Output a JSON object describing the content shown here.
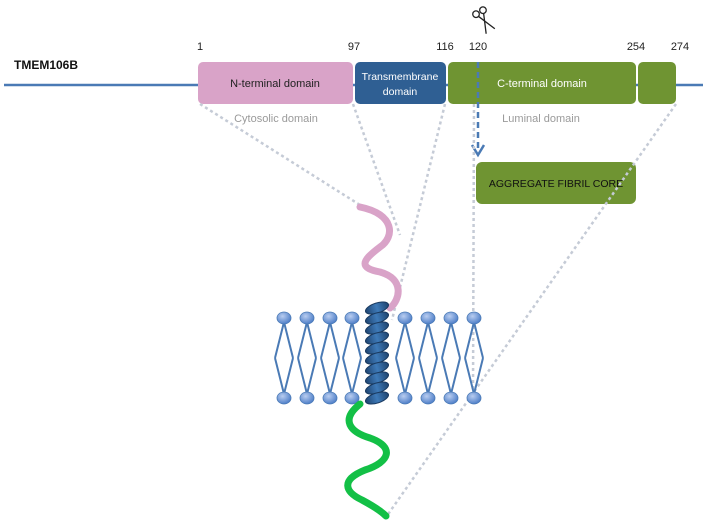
{
  "protein": {
    "name": "TMEM106B",
    "positions": [
      "1",
      "97",
      "116",
      "120",
      "254",
      "274"
    ]
  },
  "domains": {
    "n_terminal": {
      "label": "N-terminal domain",
      "color": "#d9a3c8"
    },
    "transmembrane": {
      "label_line1": "Transmembrane",
      "label_line2": "domain",
      "color": "#2f5f93"
    },
    "c_terminal": {
      "label": "C-terminal domain",
      "color": "#6f9432"
    }
  },
  "regions": {
    "cytosolic": "Cytosolic domain",
    "luminal": "Luminal domain"
  },
  "fibril_core": {
    "label": "AGGREGATE FIBRIL CORE",
    "color": "#6f9432"
  },
  "icons": {
    "cleavage": "scissors-icon"
  },
  "colors": {
    "backbone": "#4a7ab5",
    "membrane_head": "#6f97d6",
    "helix": "#2f5f93",
    "cyto_coil": "#d9a3c8",
    "lumen_coil": "#13c046",
    "dotted": "#c5cbd6"
  }
}
